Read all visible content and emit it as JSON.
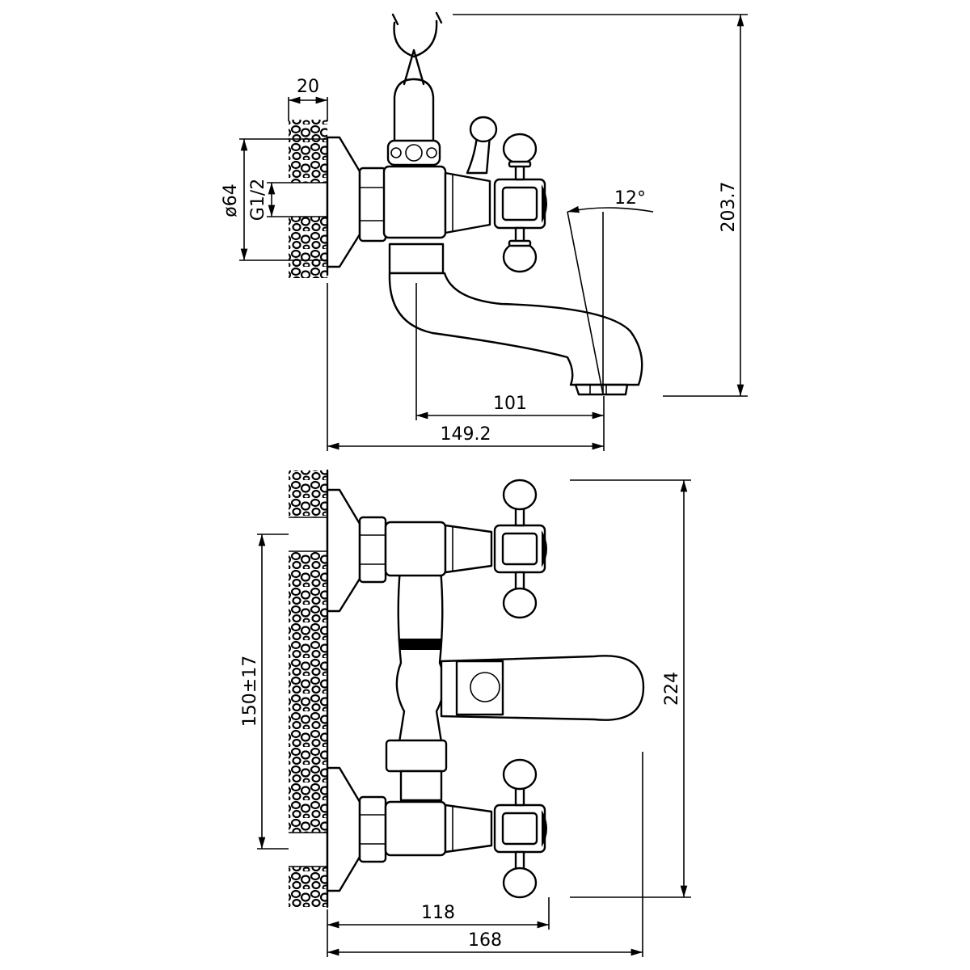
{
  "dimensions": {
    "wall_thickness": "20",
    "flange_diameter": "ø64",
    "thread": "G1/2",
    "angle": "12°",
    "total_height": "203.7",
    "spout_reach": "101",
    "total_depth": "149.2",
    "inlet_centers": "150±17",
    "front_height": "224",
    "handle_depth": "118",
    "front_depth": "168"
  }
}
